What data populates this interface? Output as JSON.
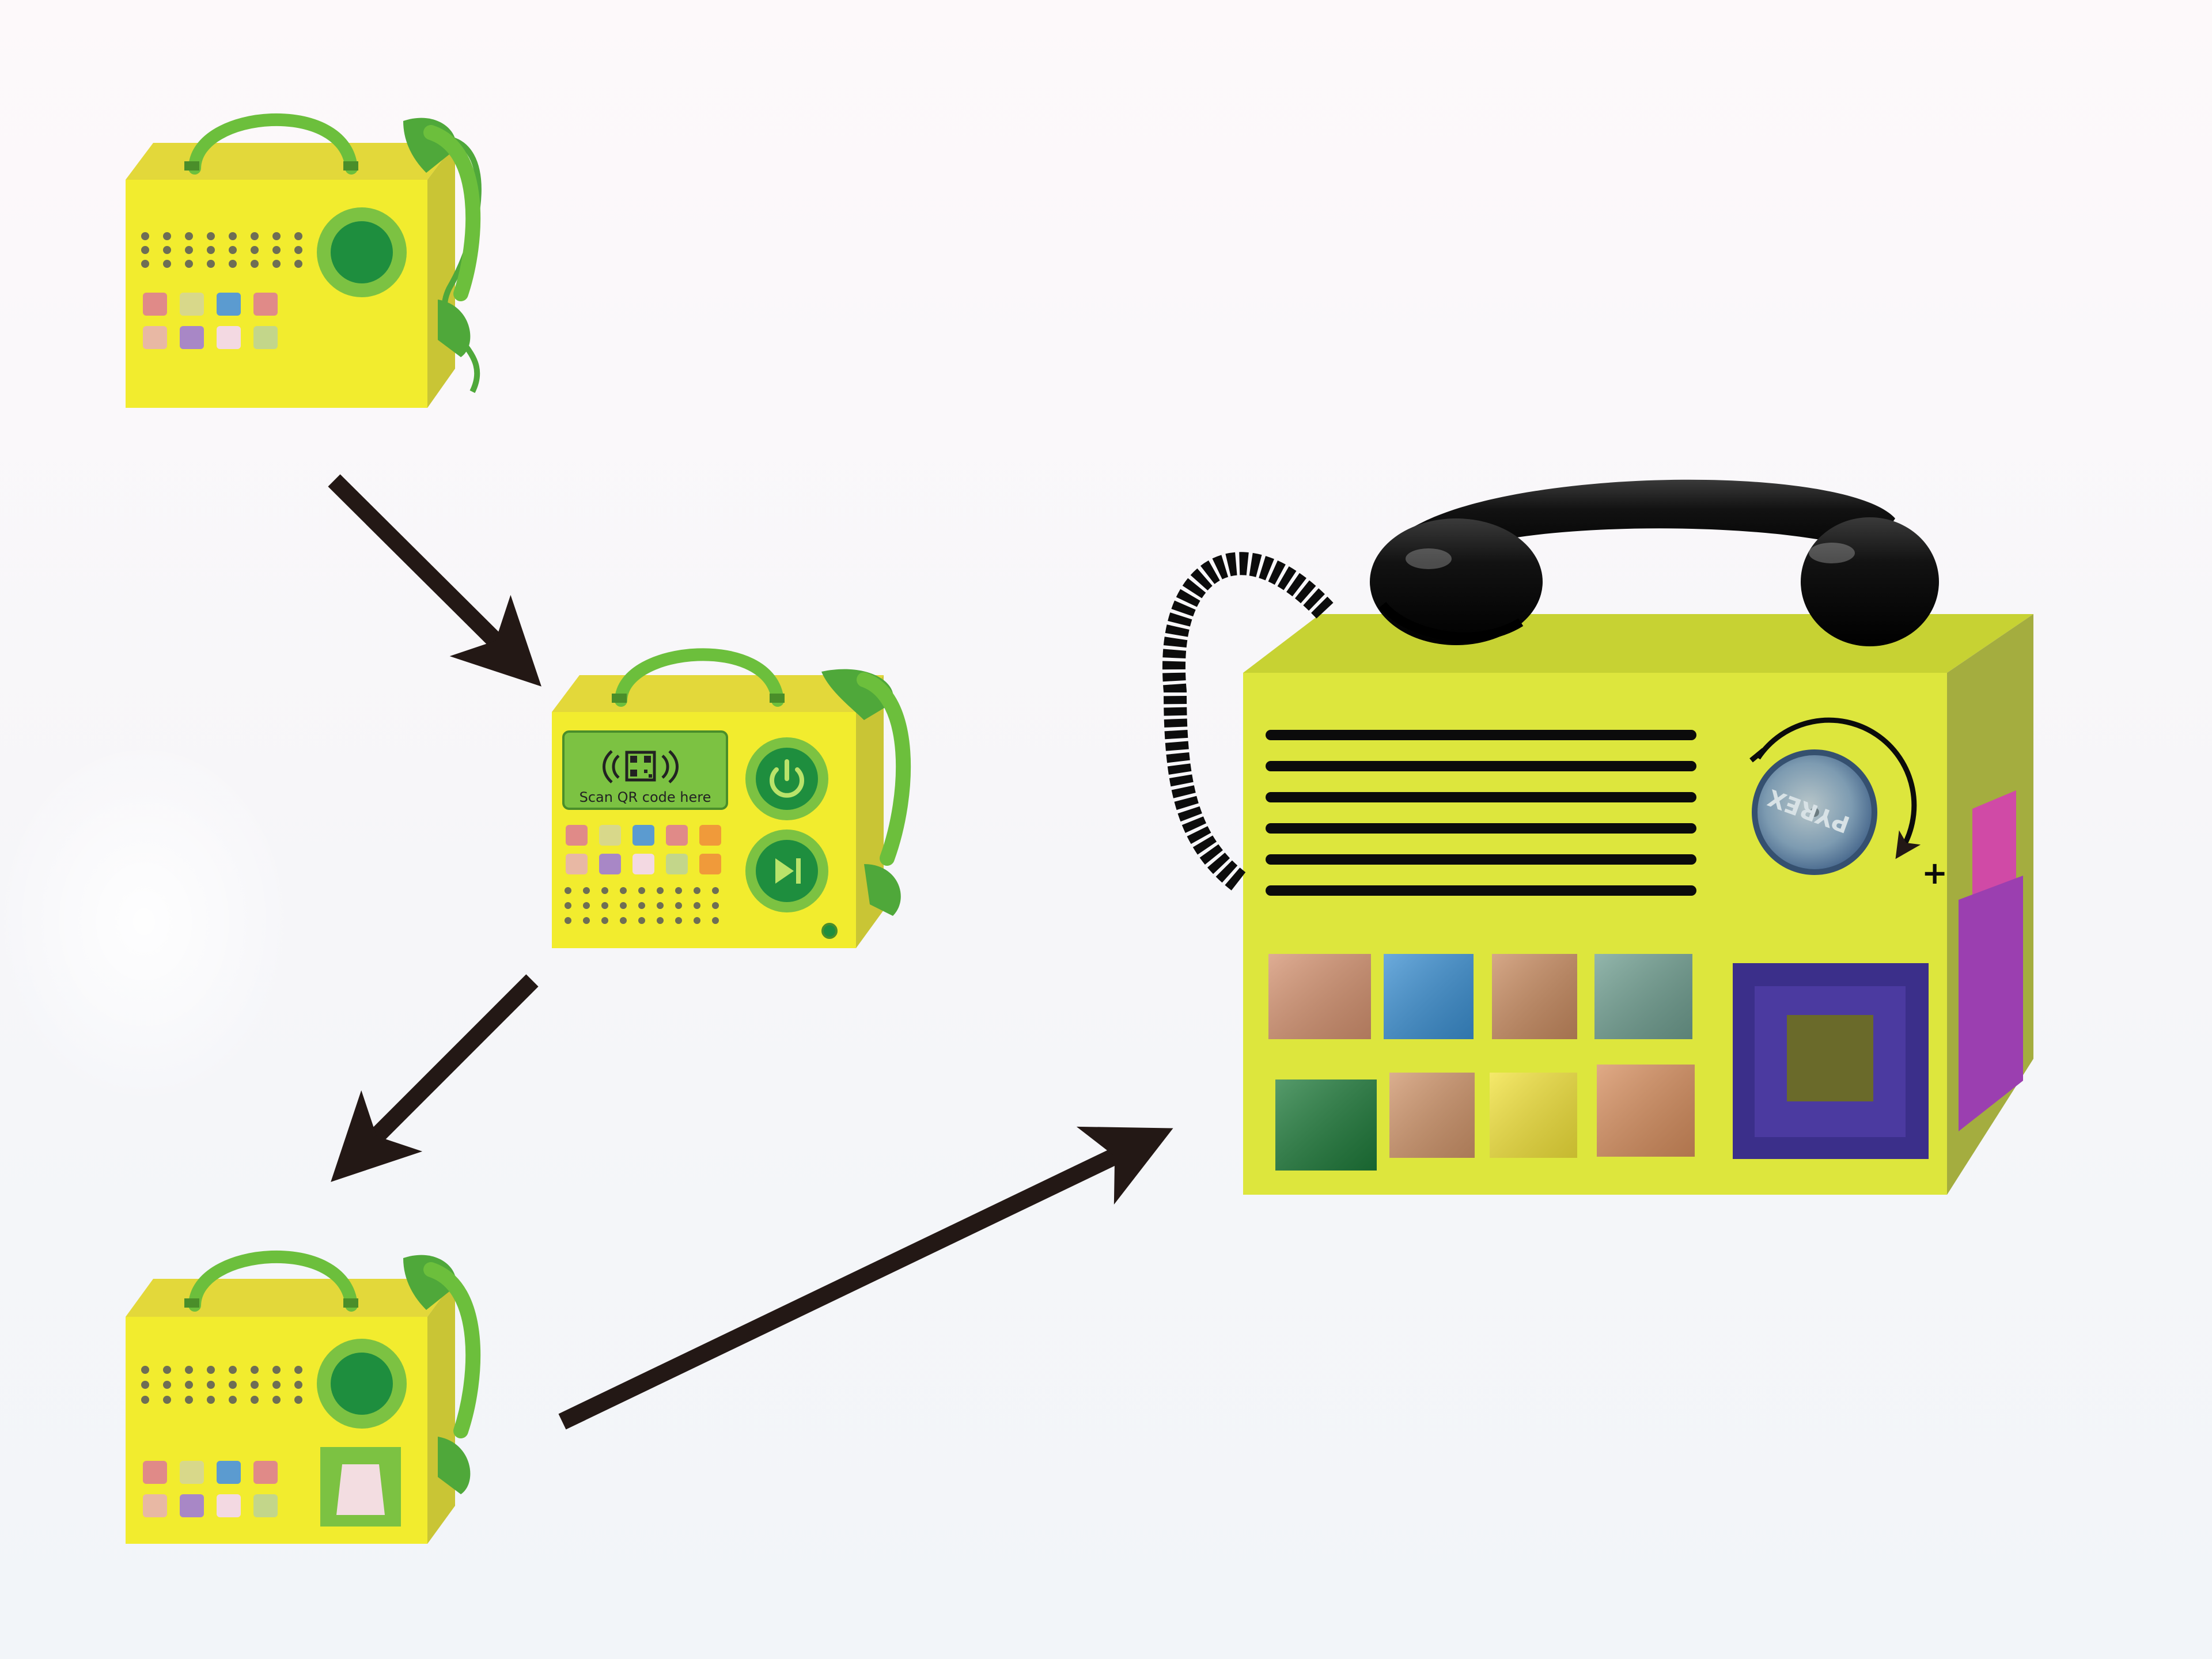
{
  "diagram": {
    "nodes": [
      {
        "id": "radio-prototype-1",
        "kind": "sketch"
      },
      {
        "id": "radio-prototype-2-qr",
        "kind": "sketch"
      },
      {
        "id": "radio-prototype-3-slot",
        "kind": "sketch"
      },
      {
        "id": "radio-final-photo",
        "kind": "photo"
      }
    ],
    "edges": [
      {
        "from": "radio-prototype-1",
        "to": "radio-prototype-2-qr"
      },
      {
        "from": "radio-prototype-2-qr",
        "to": "radio-prototype-3-slot"
      },
      {
        "from": "radio-prototype-3-slot",
        "to": "radio-final-photo"
      }
    ]
  },
  "screen": {
    "caption": "Scan QR code here"
  },
  "dial": {
    "label": "PYREX",
    "plus": "+"
  },
  "colors": {
    "body_front": "#f2ec2e",
    "body_top": "#e3d83a",
    "body_side": "#c9c535",
    "handle": "#6cbf3c",
    "handset": "#4fa83a",
    "knob_ring": "#7cc242",
    "knob_center": "#1e8e3e",
    "arrow": "#231815",
    "final_front": "#dde63d",
    "final_top": "#c7d233",
    "final_side": "#a4ad3f",
    "receiver": "#111111"
  },
  "icons": {
    "power": "power-icon",
    "next": "skip-next-icon",
    "qr": "qr-code-icon"
  }
}
